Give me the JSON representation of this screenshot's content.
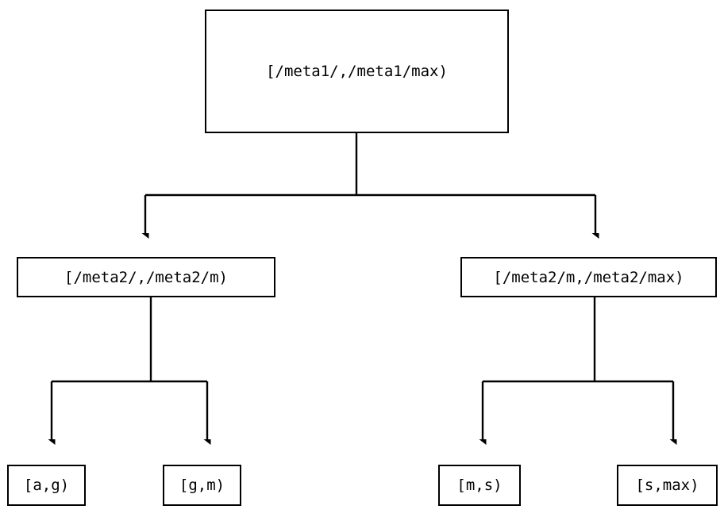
{
  "diagram": {
    "type": "tree",
    "orientation": "top-down",
    "background_color": "#ffffff",
    "line_color": "#000000",
    "text_color": "#000000",
    "nodes": {
      "root": {
        "label": "[/meta1/,/meta1/max)"
      },
      "level2": [
        {
          "label": "[/meta2/,/meta2/m)"
        },
        {
          "label": "[/meta2/m,/meta2/max)"
        }
      ],
      "leaves": [
        {
          "label": "[a,g)"
        },
        {
          "label": "[g,m)"
        },
        {
          "label": "[m,s)"
        },
        {
          "label": "[s,max)"
        }
      ]
    }
  }
}
